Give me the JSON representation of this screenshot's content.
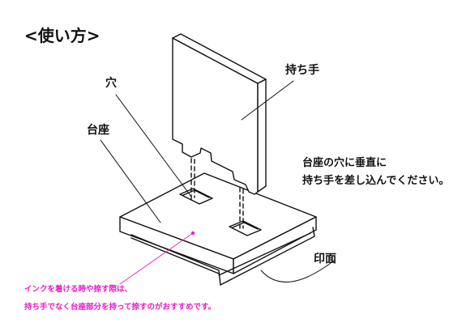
{
  "title": "<使い方>",
  "labels": {
    "handle": "持ち手",
    "hole": "穴",
    "base": "台座",
    "print_face": "印面"
  },
  "instruction": {
    "line1": "台座の穴に垂直に",
    "line2": "持ち手を差し込んでください。"
  },
  "note": {
    "line1": "インクを着ける時や捺す際は、",
    "line2": "持ち手でなく台座部分を持って捺すのがおすすめです。"
  },
  "colors": {
    "line": "#111111",
    "note": "#e81cc8",
    "background": "#ffffff"
  }
}
